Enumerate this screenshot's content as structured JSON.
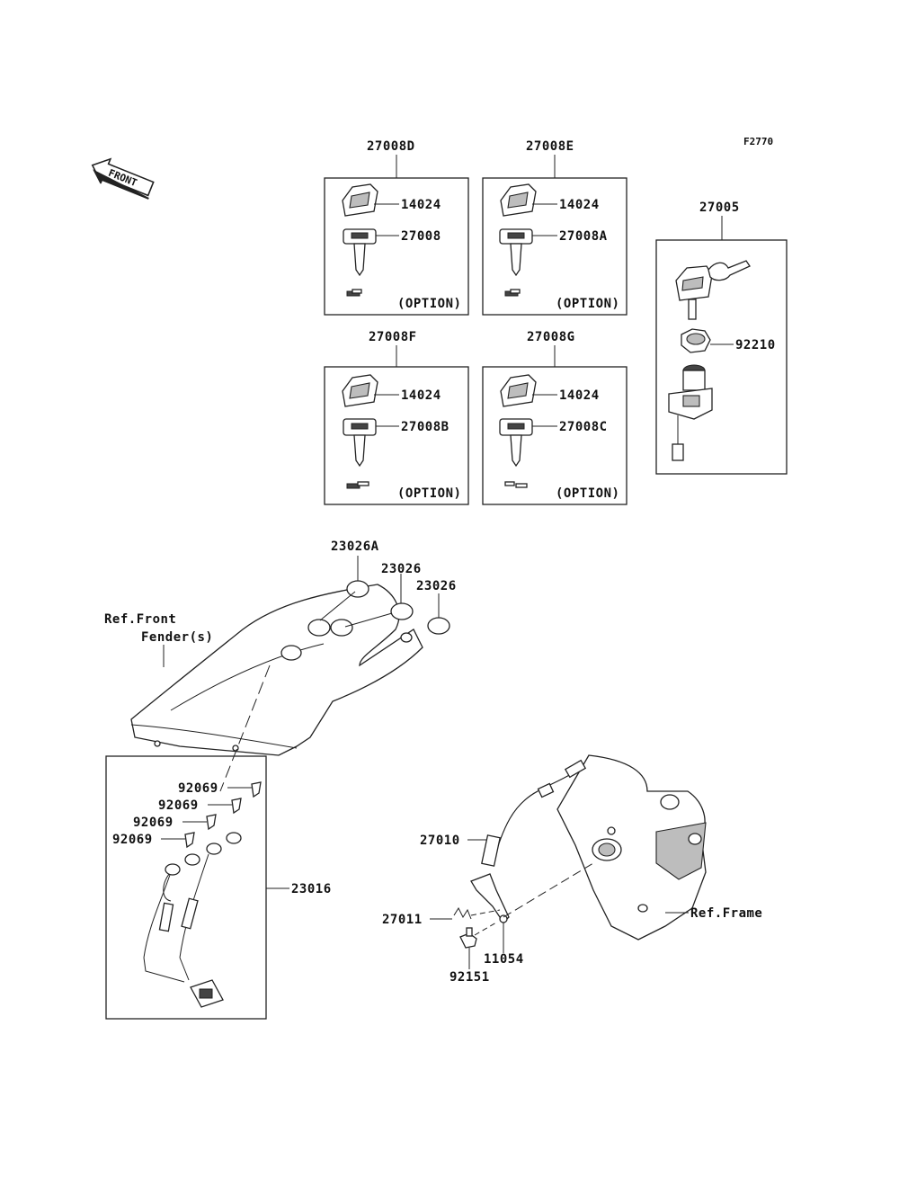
{
  "figure_code": "F2770",
  "front_arrow_label": "FRONT",
  "key_sets": [
    {
      "set_label": "27008D",
      "cover_label": "14024",
      "key_label": "27008",
      "option_label": "(OPTION)"
    },
    {
      "set_label": "27008E",
      "cover_label": "14024",
      "key_label": "27008A",
      "option_label": "(OPTION)"
    },
    {
      "set_label": "27008F",
      "cover_label": "14024",
      "key_label": "27008B",
      "option_label": "(OPTION)"
    },
    {
      "set_label": "27008G",
      "cover_label": "14024",
      "key_label": "27008C",
      "option_label": "(OPTION)"
    }
  ],
  "ignition_switch": {
    "set_label": "27005",
    "nut_label": "92210"
  },
  "caps": [
    "23026A",
    "23026",
    "23026"
  ],
  "front_fender_ref": [
    "Ref.Front",
    "Fender(s)"
  ],
  "harness": {
    "box_label": "23016",
    "terminals": [
      "92069",
      "92069",
      "92069",
      "92069"
    ]
  },
  "frame_parts": {
    "cable": "27010",
    "spring": "27011",
    "bracket": "11054",
    "bolt": "92151",
    "frame_ref": "Ref.Frame"
  }
}
